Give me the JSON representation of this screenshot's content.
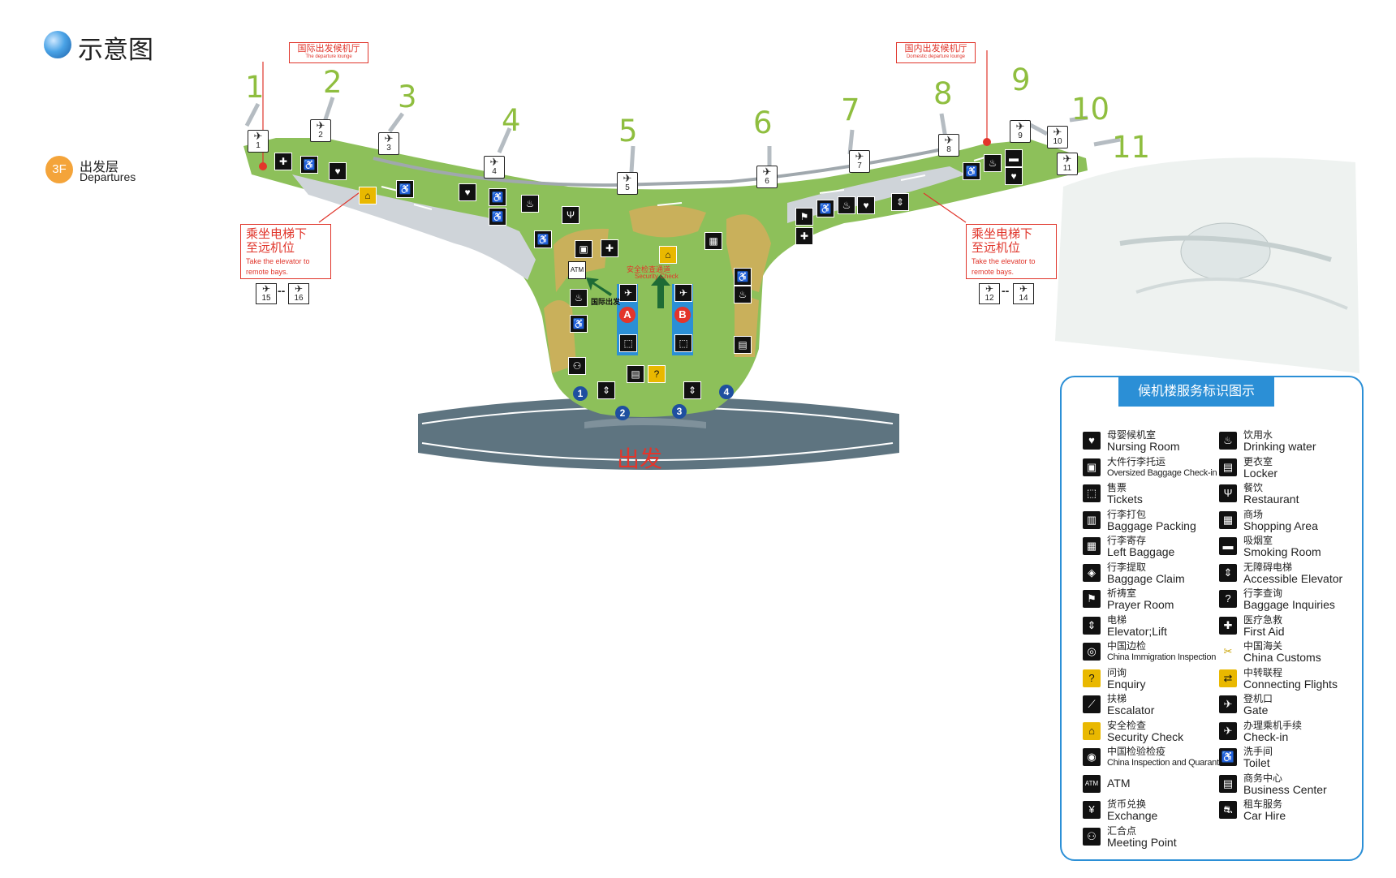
{
  "header": {
    "title": "示意图"
  },
  "floor": {
    "badge": "3F",
    "name_cn": "出发层",
    "name_en": "Departures"
  },
  "callouts": {
    "intl": {
      "cn": "国际出发候机厅",
      "en": "The departure lounge"
    },
    "domestic": {
      "cn": "国内出发候机厅",
      "en": "Domestic departure lounge"
    }
  },
  "elevator_note": {
    "cn_line1": "乘坐电梯下",
    "cn_line2": "至远机位",
    "en_line1": "Take the elevator to",
    "en_line2": "remote bays."
  },
  "gates": [
    "1",
    "2",
    "3",
    "4",
    "5",
    "6",
    "7",
    "8",
    "9",
    "10",
    "11"
  ],
  "remote_gates": {
    "left": [
      "15",
      "16"
    ],
    "right": [
      "12",
      "14"
    ],
    "separator": "--"
  },
  "entrances": [
    "1",
    "2",
    "3",
    "4"
  ],
  "zones": [
    "A",
    "B"
  ],
  "security": {
    "cn": "安全检查通道",
    "en": "Security Check"
  },
  "intl_label": "国际出发",
  "depart_label": "出发",
  "colors": {
    "green": "#8dc05a",
    "tan": "#c9b05b",
    "grey": "#cfd4d9",
    "road": "#5e7480",
    "red": "#e3352b",
    "blue": "#2b8fd6"
  },
  "legend": {
    "title": "候机楼服务标识图示",
    "left": [
      {
        "icon": "nursing-room-icon",
        "cn": "母婴候机室",
        "en": "Nursing Room"
      },
      {
        "icon": "oversized-baggage-icon",
        "cn": "大件行李托运",
        "en": "Oversized Baggage Check-in"
      },
      {
        "icon": "tickets-icon",
        "cn": "售票",
        "en": "Tickets"
      },
      {
        "icon": "baggage-packing-icon",
        "cn": "行李打包",
        "en": "Baggage Packing"
      },
      {
        "icon": "left-baggage-icon",
        "cn": "行李寄存",
        "en": "Left Baggage"
      },
      {
        "icon": "baggage-claim-icon",
        "cn": "行李提取",
        "en": "Baggage Claim"
      },
      {
        "icon": "prayer-room-icon",
        "cn": "祈祷室",
        "en": "Prayer Room"
      },
      {
        "icon": "elevator-icon",
        "cn": "电梯",
        "en": "Elevator;Lift"
      },
      {
        "icon": "immigration-icon",
        "cn": "中国边检",
        "en": "China Immigration Inspection"
      },
      {
        "icon": "enquiry-icon",
        "cn": "问询",
        "en": "Enquiry"
      },
      {
        "icon": "escalator-icon",
        "cn": "扶梯",
        "en": "Escalator"
      },
      {
        "icon": "security-check-icon",
        "cn": "安全检查",
        "en": "Security Check"
      },
      {
        "icon": "quarantine-icon",
        "cn": "中国检验检疫",
        "en": "China Inspection and Quarantine"
      },
      {
        "icon": "atm-icon",
        "cn": "",
        "en": "ATM"
      },
      {
        "icon": "exchange-icon",
        "cn": "货币兑换",
        "en": "Exchange"
      },
      {
        "icon": "meeting-point-icon",
        "cn": "汇合点",
        "en": "Meeting Point"
      }
    ],
    "right": [
      {
        "icon": "drinking-water-icon",
        "cn": "饮用水",
        "en": "Drinking water"
      },
      {
        "icon": "locker-icon",
        "cn": "更衣室",
        "en": "Locker"
      },
      {
        "icon": "restaurant-icon",
        "cn": "餐饮",
        "en": "Restaurant"
      },
      {
        "icon": "shopping-icon",
        "cn": "商场",
        "en": "Shopping Area"
      },
      {
        "icon": "smoking-room-icon",
        "cn": "吸烟室",
        "en": "Smoking Room"
      },
      {
        "icon": "accessible-elevator-icon",
        "cn": "无障碍电梯",
        "en": "Accessible Elevator"
      },
      {
        "icon": "baggage-inquiries-icon",
        "cn": "行李查询",
        "en": "Baggage Inquiries"
      },
      {
        "icon": "first-aid-icon",
        "cn": "医疗急救",
        "en": "First Aid"
      },
      {
        "icon": "customs-icon",
        "cn": "中国海关",
        "en": "China Customs"
      },
      {
        "icon": "connecting-flights-icon",
        "cn": "中转联程",
        "en": "Connecting Flights"
      },
      {
        "icon": "gate-icon",
        "cn": "登机口",
        "en": "Gate"
      },
      {
        "icon": "check-in-icon",
        "cn": "办理乘机手续",
        "en": "Check-in"
      },
      {
        "icon": "toilet-icon",
        "cn": "洗手间",
        "en": "Toilet"
      },
      {
        "icon": "business-center-icon",
        "cn": "商务中心",
        "en": "Business Center"
      },
      {
        "icon": "car-hire-icon",
        "cn": "租车服务",
        "en": "Car Hire"
      }
    ]
  }
}
